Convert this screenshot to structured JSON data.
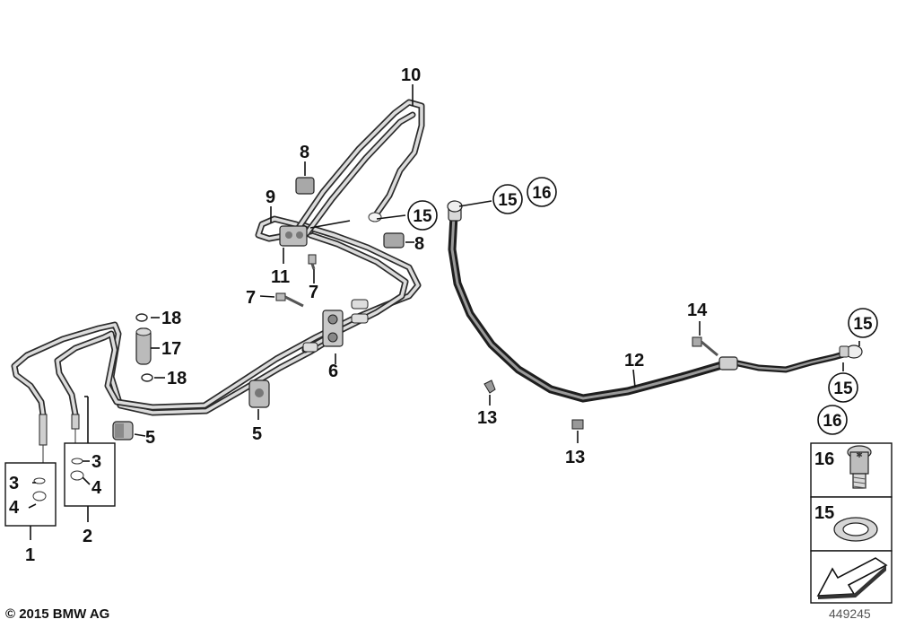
{
  "labels": {
    "n1": "1",
    "n2": "2",
    "n3a": "3",
    "n4a": "4",
    "n3b": "3",
    "n4b": "4",
    "n5a": "5",
    "n5b": "5",
    "n6": "6",
    "n7a": "7",
    "n7b": "7",
    "n8a": "8",
    "n8b": "8",
    "n9": "9",
    "n10": "10",
    "n11": "11",
    "n12": "12",
    "n13a": "13",
    "n13b": "13",
    "n14": "14",
    "n17": "17",
    "n18a": "18",
    "n18b": "18",
    "c15a": "15",
    "c15b": "15",
    "c16a": "16",
    "c15c": "15",
    "c15d": "15",
    "c16b": "16",
    "legend16": "16",
    "legend15": "15"
  },
  "footer": {
    "copyright": "© 2015 BMW AG",
    "image_number": "449245"
  }
}
